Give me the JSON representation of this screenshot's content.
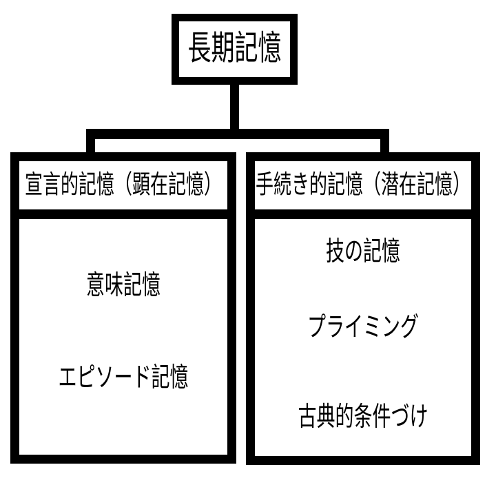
{
  "diagram": {
    "root": {
      "label": "長期記憶"
    },
    "children": [
      {
        "title": "宣言的記憶（顕在記憶）",
        "items": [
          "意味記憶",
          "エピソード記憶"
        ]
      },
      {
        "title": "手続き的記憶（潜在記憶）",
        "items": [
          "技の記憶",
          "プライミング",
          "古典的条件づけ"
        ]
      }
    ],
    "colors": {
      "line": "#000000",
      "text": "#000000",
      "background": "#ffffff"
    }
  }
}
